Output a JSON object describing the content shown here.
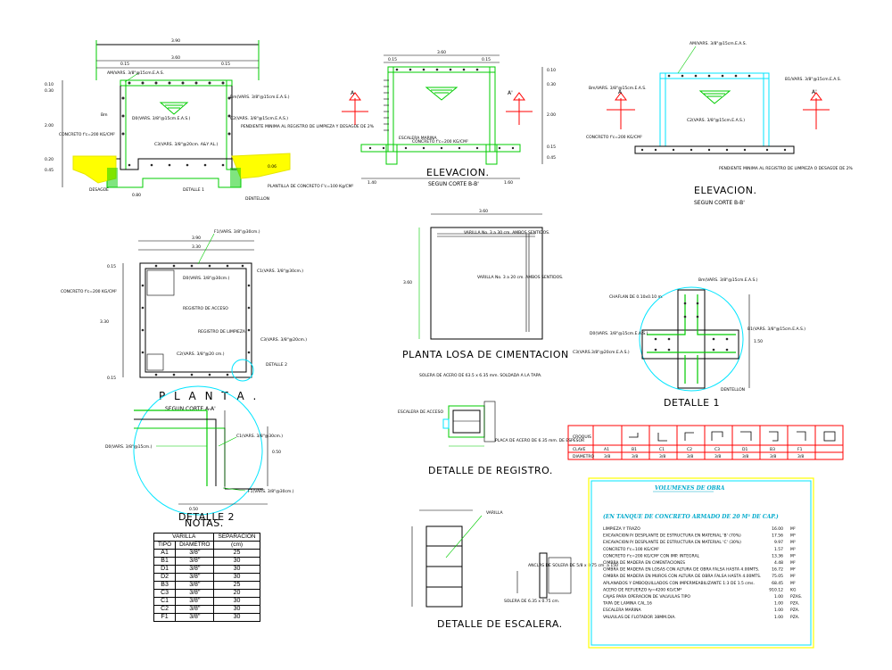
{
  "sections": {
    "corte_main": {
      "dims": [
        "3.90",
        "3.60",
        "0.15",
        "0.15",
        "0.10",
        "0.30",
        "2.00",
        "0.20",
        "0.15",
        "0.45",
        "0.80",
        "0.15",
        "0.06"
      ],
      "labels": [
        "AM/VARS. 3/8\"@15cm.E.A.S.",
        "D0(VARS. 3/8\"@15cm.E.A.S.)",
        "C2(VARS. 3/8\"@15cm.E.A.S.)",
        "PENDIENTE MINIMA AL REGISTRO DE LIMPIEZA Y DESAGÜE DE 2%",
        "C3(VARS. 3/8\"@20cm. A&Y AL.)",
        "CONCRETO f'c=200 KG/CM²",
        "DESAGÜE",
        "DETALLE 1",
        "PLANTILLA DE CONCRETO F'c=100 Kg/CM²",
        "DENTELLON",
        "Bm(VARS. 3/8\"@15cm.E.A.S.)",
        "Bm"
      ]
    },
    "elevacion1": {
      "title": "ELEVACION.",
      "subtitle": "SEGUN CORTE B-B'",
      "dims": [
        "3.60",
        "0.15",
        "0.15",
        "0.10",
        "0.30",
        "2.00",
        "0.15",
        "0.45",
        "1.40",
        "1.60"
      ],
      "labels": [
        "ESCALERA MARINA",
        "CONCRETO f'c=200 KG/CM²",
        "A",
        "A'"
      ]
    },
    "elevacion2": {
      "title": "ELEVACION.",
      "subtitle": "SEGUN CORTE B-B'",
      "labels": [
        "AM/VARS. 3/8\"@15cm.E.A.S.",
        "Bm/VARS. 3/8\"@15cm.E.A.S.",
        "B1/VARS. 3/8\"@15cm.E.A.S.",
        "C2(VARS. 3/8\"@15cm.E.A.S.)",
        "CONCRETO f'c=200 KG/CM²",
        "PENDIENTE MINIMA AL REGISTRO DE LIMPIEZA O DESAGÜE DE 2%",
        "A",
        "A'"
      ]
    },
    "planta": {
      "title": "P L A N T A .",
      "subtitle": "SEGUN CORTE A-A'",
      "dims": [
        "3.90",
        "3.30",
        "0.15",
        "3.30",
        "0.15"
      ],
      "labels": [
        "F1(VARS. 3/8\"@30cm.)",
        "C1(VARS. 3/8\"@30cm.)",
        "D0(VARS. 3/8\"@30cm.)",
        "CONCRETO f'c=200 KG/CM²",
        "REGISTRO DE ACCESO",
        "REGISTRO DE LIMPIEZA",
        "C2(VARS. 3/8\"@20 cm.)",
        "C3(VARS. 3/8\"@20cm.)",
        "DETALLE 2"
      ]
    },
    "losa": {
      "title": "PLANTA LOSA DE CIMENTACION",
      "dims": [
        "3.60",
        "3.60"
      ],
      "labels": [
        "VARILLA No. 3 a 30 cm. AMBOS SENTIDOS.",
        "VARILLA No. 3 a 20 cm. AMBOS SENTIDOS."
      ]
    },
    "detalle1": {
      "title": "DETALLE 1",
      "dims": [
        "1.50"
      ],
      "labels": [
        "Bm(VARS. 3/8\"@15cm.E.A.S.)",
        "CHAFLAN DE 0.10x0.10 m.",
        "D0(VARS. 3/8\"@15cm.E.A.S.)",
        "B1(VARS. 3/8\"@15cm.E.A.S.)",
        "C3(VARS.3/8\"@20cm.E.A.S.)",
        "DENTELLON"
      ]
    },
    "detalle2": {
      "title": "DETALLE 2",
      "dims": [
        "0.50",
        "0.50"
      ],
      "labels": [
        "D0(VARS. 3/8\"@15cm.)",
        "C1(VARS. 3/8\"@30cm.)",
        "F1(VARS. 3/8\"@30cm.)"
      ]
    },
    "notas": {
      "title": "NOTAS."
    },
    "registro": {
      "title": "DETALLE DE REGISTRO.",
      "labels": [
        "SOLERA DE ACERO DE 63.5 x 6.35 mm. SOLDADA A LA TAPA.",
        "ESCALERA DE ACCESO",
        "PLACA DE ACERO DE 6.35 mm. DE ESPESOR"
      ]
    },
    "escalera": {
      "title": "DETALLE DE ESCALERA.",
      "labels": [
        "VARILLA",
        "ANCLAS DE SOLERA DE 5/8 x 0.75 cm. a 150",
        "SOLERA DE 6.35 x 0.75 cm."
      ]
    }
  },
  "croquis_table": {
    "label": "CROQUIS",
    "row_labels": [
      "CLAVE",
      "DIAMETRO"
    ],
    "claves": [
      "A1",
      "B1",
      "C1",
      "C2",
      "C3",
      "D1",
      "B3",
      "F1"
    ],
    "diametros": [
      "3/8",
      "3/8",
      "3/8",
      "3/8",
      "3/8",
      "3/8",
      "3/8",
      "3/8"
    ]
  },
  "varilla_table": {
    "headers": [
      "VARILLA",
      "SEPARACION",
      "TIPO",
      "DIAMETRO",
      "(cm)"
    ],
    "rows": [
      [
        "A1",
        "3/8\"",
        "25"
      ],
      [
        "B1",
        "3/8\"",
        "30"
      ],
      [
        "D1",
        "3/8\"",
        "30"
      ],
      [
        "D2",
        "3/8\"",
        "30"
      ],
      [
        "B3",
        "3/8\"",
        "25"
      ],
      [
        "C3",
        "3/8\"",
        "20"
      ],
      [
        "C1",
        "3/8\"",
        "30"
      ],
      [
        "C2",
        "3/8\"",
        "30"
      ],
      [
        "F1",
        "3/8\"",
        "30"
      ]
    ]
  },
  "volumenes": {
    "title": "VOLUMENES DE OBRA",
    "subtitle": "(EN TANQUE DE CONCRETO ARMADO DE 20 M³ DE CAP.)",
    "items": [
      {
        "desc": "LIMPIEZA Y TRAZO",
        "qty": "16.00",
        "unit": "M²"
      },
      {
        "desc": "EXCAVACION P/ DESPLANTE DE ESTRUCTURA EN MATERIAL 'B' (70%)",
        "qty": "17.56",
        "unit": "M³"
      },
      {
        "desc": "EXCAVACION P/ DESPLANTE DE ESTRUCTURA EN MATERIAL 'C' (30%)",
        "qty": "9.97",
        "unit": "M³"
      },
      {
        "desc": "CONCRETO f'c=100 KG/CM²",
        "qty": "1.57",
        "unit": "M³"
      },
      {
        "desc": "CONCRETO f'c=200 KG/CM² CON IMP. INTEGRAL",
        "qty": "13.36",
        "unit": "M³"
      },
      {
        "desc": "CIMBRA DE MADERA EN CIMENTACIONES",
        "qty": "4.48",
        "unit": "M²"
      },
      {
        "desc": "CIMBRA DE MADERA EN LOSAS CON ALTURA DE OBRA FALSA HASTA 4.00MTS.",
        "qty": "16.72",
        "unit": "M²"
      },
      {
        "desc": "CIMBRA DE MADERA EN MUROS CON ALTURA DE OBRA FALSA HASTA 4.00MTS.",
        "qty": "75.05",
        "unit": "M²"
      },
      {
        "desc": "APLANADOS Y EMBOQUILLADOS CON IMPERMEABILIZANTE 1:3 DE 1.5 cms.",
        "qty": "68.45",
        "unit": "M²"
      },
      {
        "desc": "ACERO DE REFUERZO fy=4200 KG/CM²",
        "qty": "910.12",
        "unit": "KG"
      },
      {
        "desc": "CAJAS PARA OPERACION DE VALVULAS TIPO",
        "qty": "1.00",
        "unit": "PZAS."
      },
      {
        "desc": "TAPA DE LAMINA CAL.16",
        "qty": "1.00",
        "unit": "PZA."
      },
      {
        "desc": "ESCALERA MARINA",
        "qty": "1.00",
        "unit": "PZA."
      },
      {
        "desc": "VALVULAS DE FLOTADOR 38MM.DIA.",
        "qty": "1.00",
        "unit": "PZA."
      }
    ]
  },
  "colors": {
    "line": "#000000",
    "green": "#00cc00",
    "cyan": "#00e5ff",
    "red": "#ff0000",
    "yellow": "#ffff00",
    "magenta": "#ff00ff",
    "rebar": "#2a2a2a"
  }
}
